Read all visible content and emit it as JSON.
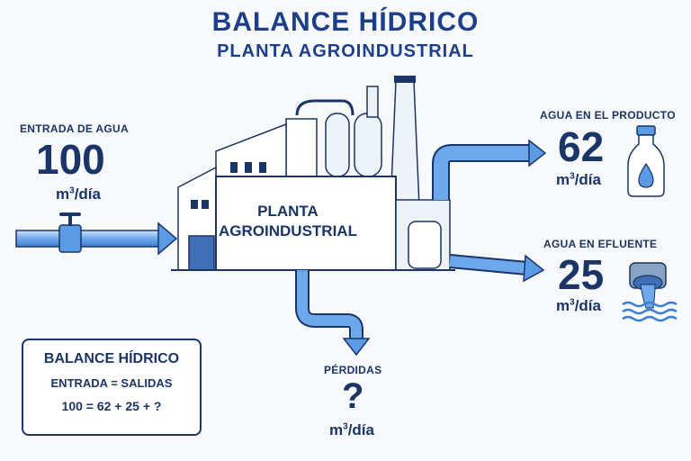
{
  "title": "BALANCE HÍDRICO",
  "subtitle": "PLANTA AGROINDUSTRIAL",
  "inlet": {
    "label": "ENTRADA DE AGUA",
    "value": "100",
    "unit": "m",
    "unit_exp": "3",
    "unit_rest": "/día"
  },
  "plant": {
    "line1": "PLANTA",
    "line2": "AGROINDUSTRIAL"
  },
  "product": {
    "label": "AGUA EN EL PRODUCTO",
    "value": "62",
    "unit": "m",
    "unit_exp": "3",
    "unit_rest": "/día"
  },
  "effluent": {
    "label": "AGUA EN EFLUENTE",
    "value": "25",
    "unit": "m",
    "unit_exp": "3",
    "unit_rest": "/día"
  },
  "losses": {
    "label": "PÉRDIDAS",
    "value": "?",
    "unit": "m",
    "unit_exp": "3",
    "unit_rest": "/día"
  },
  "balance": {
    "title": "BALANCE HÍDRICO",
    "equation": "ENTRADA = SALIDAS",
    "calc": "100 = 62 + 25 + ?"
  },
  "colors": {
    "water": "#5b9be6",
    "water_light": "#a9cdf5",
    "outline": "#1b3566",
    "building": "#ffffff",
    "building_shade": "#dfe9f7"
  }
}
